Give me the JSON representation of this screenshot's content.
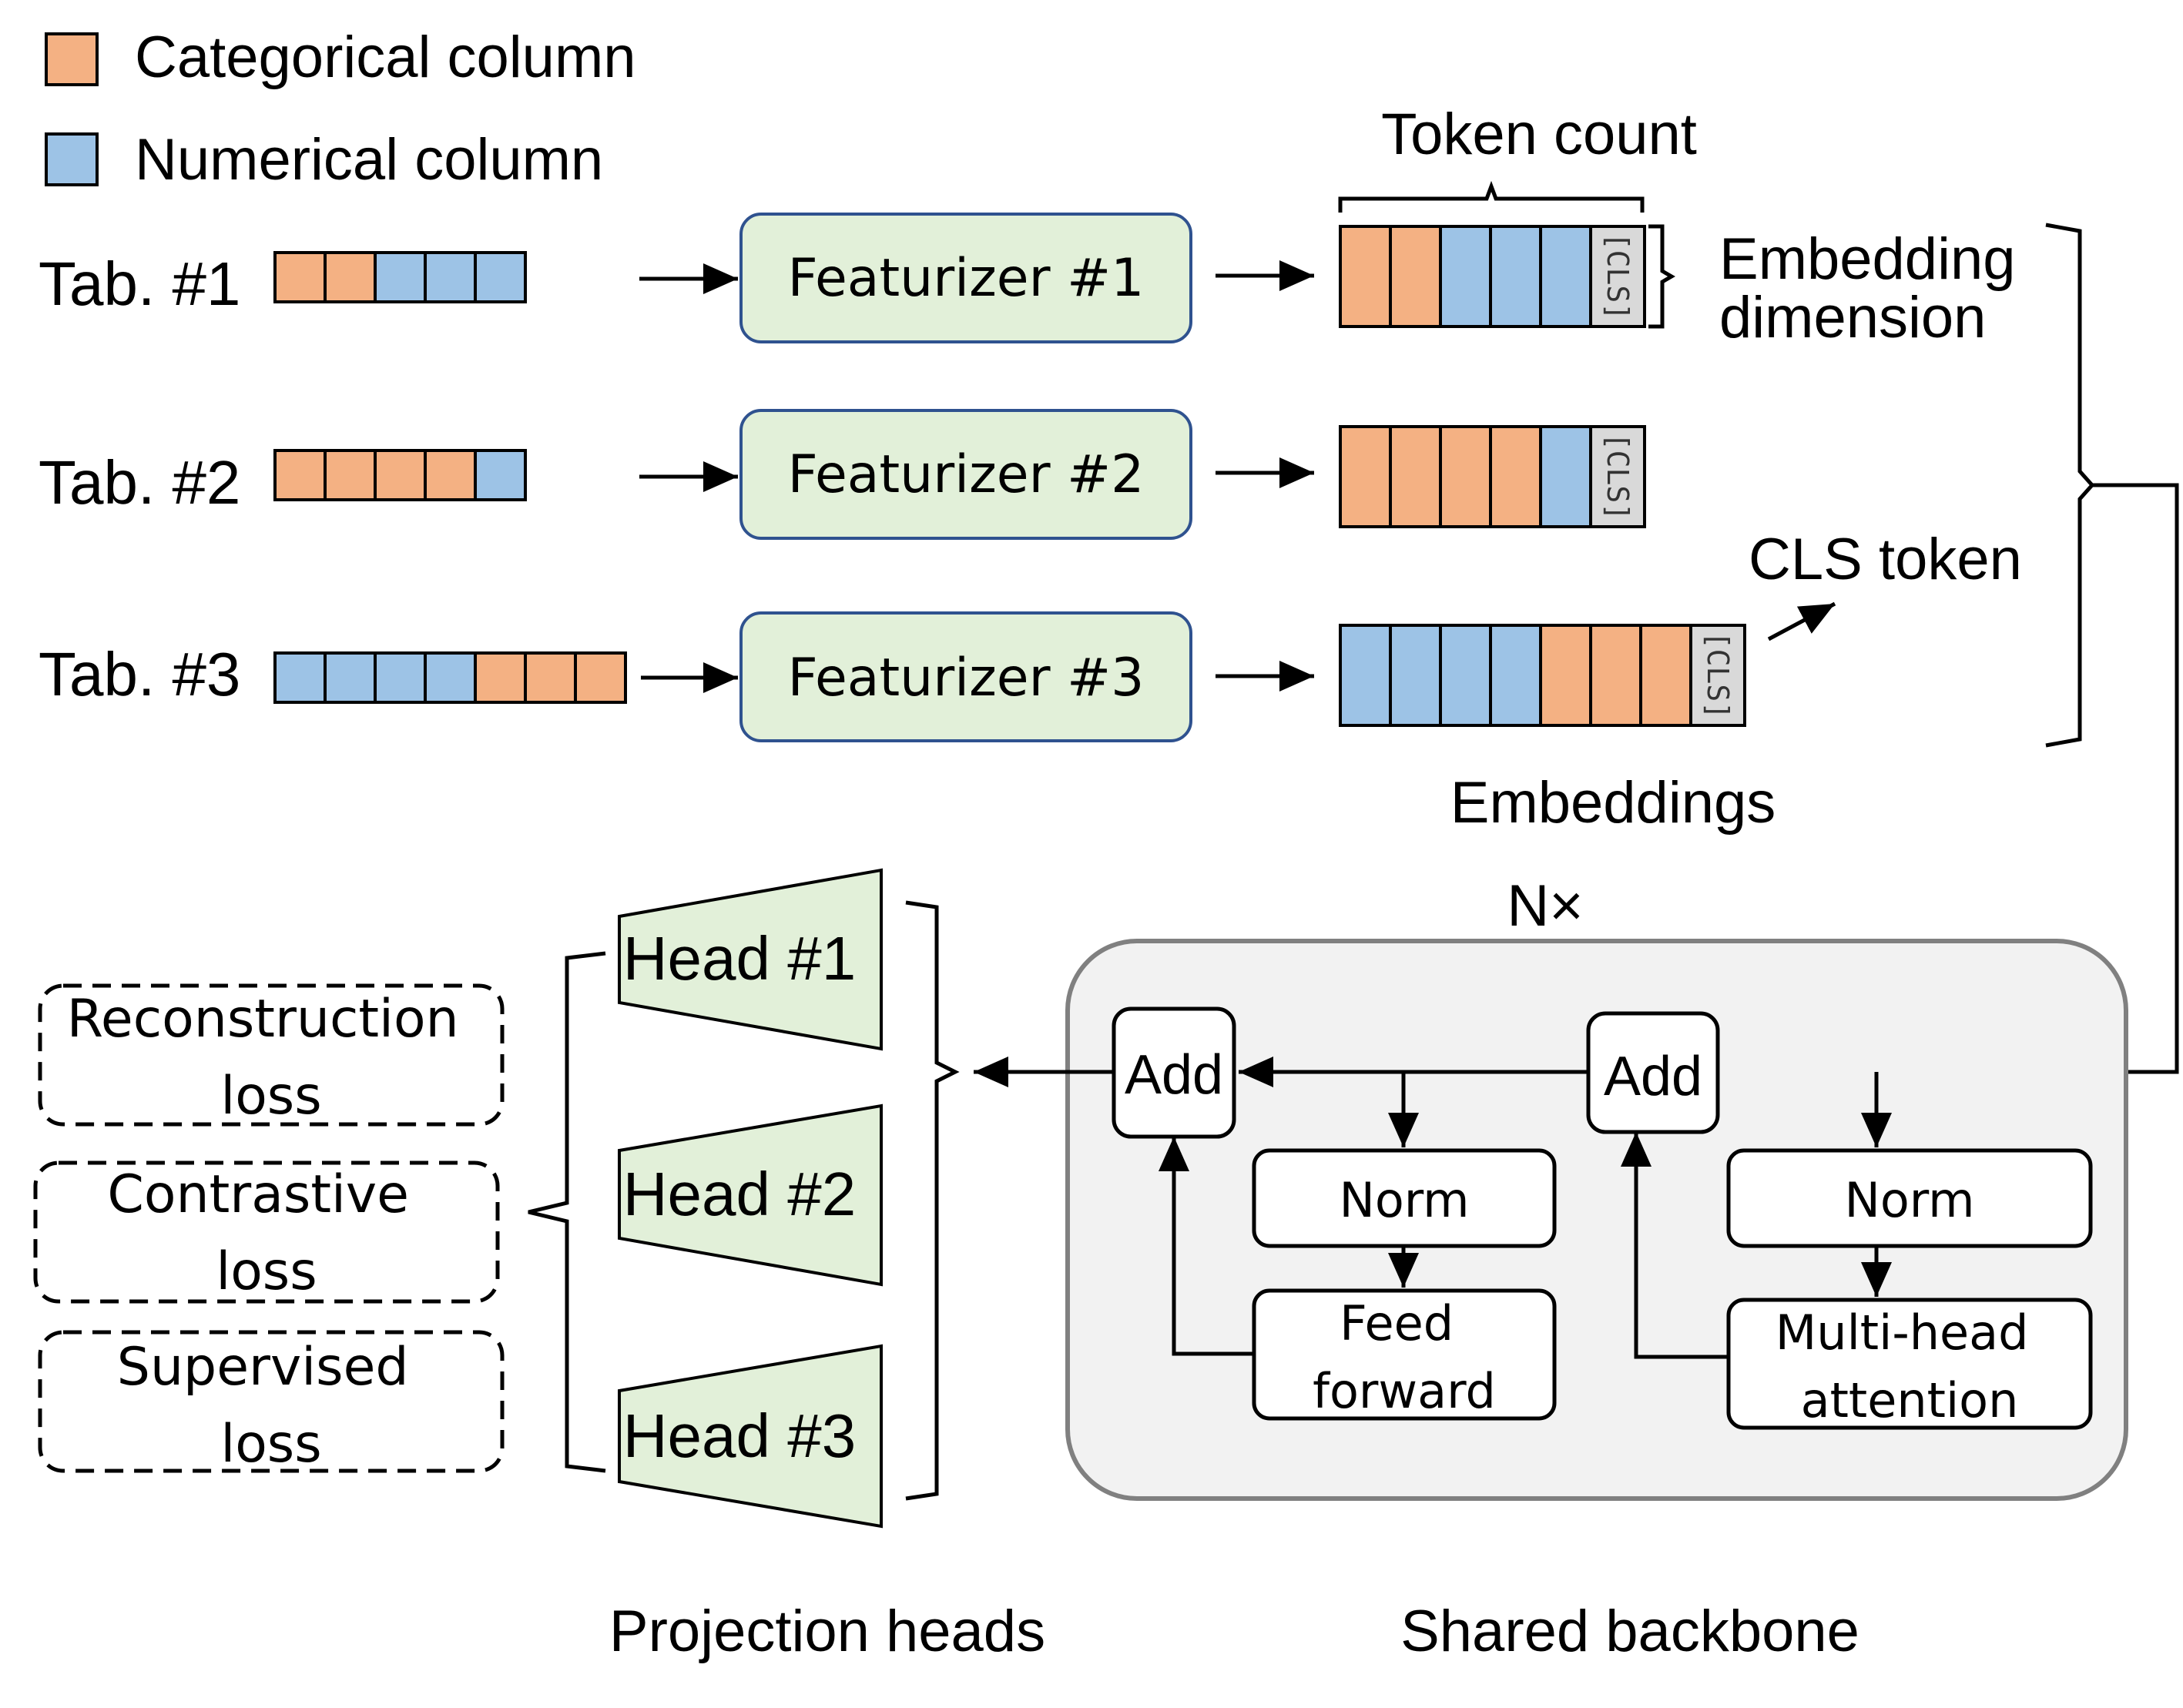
{
  "colors": {
    "categorical": "#F4B183",
    "numerical": "#9DC3E6",
    "featurizer_fill": "#E2F0D9",
    "featurizer_border": "#2F528F",
    "head_fill": "#E2F0D9",
    "cls_fill": "#D9D9D9",
    "backbone_fill": "#F2F2F2",
    "backbone_border": "#808080"
  },
  "legend": {
    "categorical_label": "Categorical column",
    "numerical_label": "Numerical column"
  },
  "tables": [
    {
      "label": "Tab. #1",
      "columns": [
        "categorical",
        "categorical",
        "numerical",
        "numerical",
        "numerical"
      ]
    },
    {
      "label": "Tab. #2",
      "columns": [
        "categorical",
        "categorical",
        "categorical",
        "categorical",
        "numerical"
      ]
    },
    {
      "label": "Tab. #3",
      "columns": [
        "numerical",
        "numerical",
        "numerical",
        "numerical",
        "categorical",
        "categorical",
        "categorical"
      ]
    }
  ],
  "featurizers": [
    "Featurizer #1",
    "Featurizer #2",
    "Featurizer #3"
  ],
  "embeddings": {
    "cls_label": "[CLS]",
    "token_count_label": "Token count",
    "embedding_dimension_label": [
      "Embedding",
      "dimension"
    ],
    "cls_token_label": "CLS token",
    "embeddings_label": "Embeddings"
  },
  "backbone": {
    "repeat_label": "N×",
    "add_label": "Add",
    "norm_label": "Norm",
    "feed_forward_label": [
      "Feed",
      "forward"
    ],
    "attention_label": [
      "Multi-head",
      "attention"
    ],
    "caption": "Shared backbone"
  },
  "heads": {
    "labels": [
      "Head #1",
      "Head #2",
      "Head #3"
    ],
    "caption": "Projection heads"
  },
  "losses": [
    [
      "Reconstruction",
      "loss"
    ],
    [
      "Contrastive",
      "loss"
    ],
    [
      "Supervised",
      "loss"
    ]
  ]
}
